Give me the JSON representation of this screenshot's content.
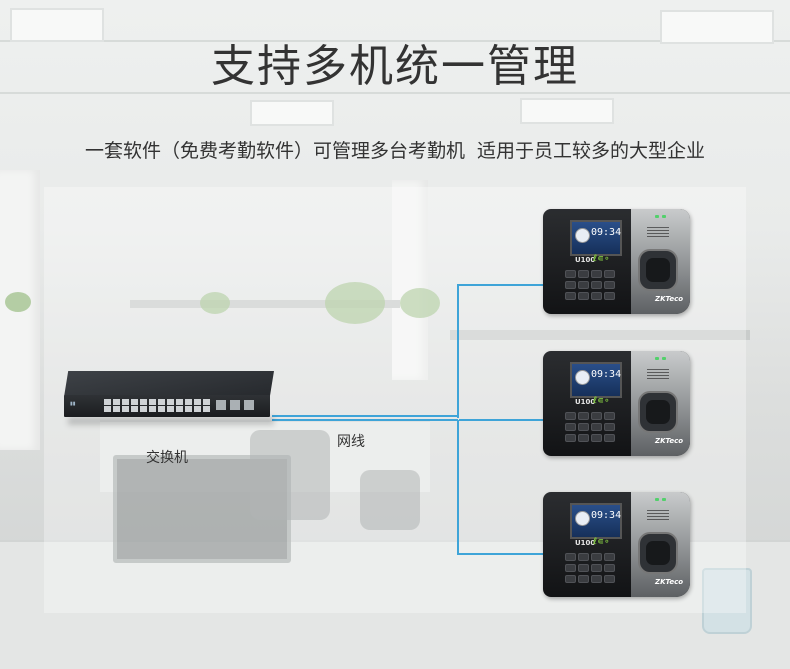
{
  "title": "支持多机统一管理",
  "subtitle": "一套软件（免费考勤软件）可管理多台考勤机  适用于员工较多的大型企业",
  "diagram": {
    "switch_label": "交换机",
    "cable_label": "网线",
    "devices": [
      {
        "time": "09:34",
        "brand": "U100",
        "maker": "ZKTeco"
      },
      {
        "time": "09:34",
        "brand": "U100",
        "maker": "ZKTeco"
      },
      {
        "time": "09:34",
        "brand": "U100",
        "maker": "ZKTeco"
      }
    ]
  },
  "colors": {
    "wire": "#3ea4d8",
    "text": "#333333"
  }
}
